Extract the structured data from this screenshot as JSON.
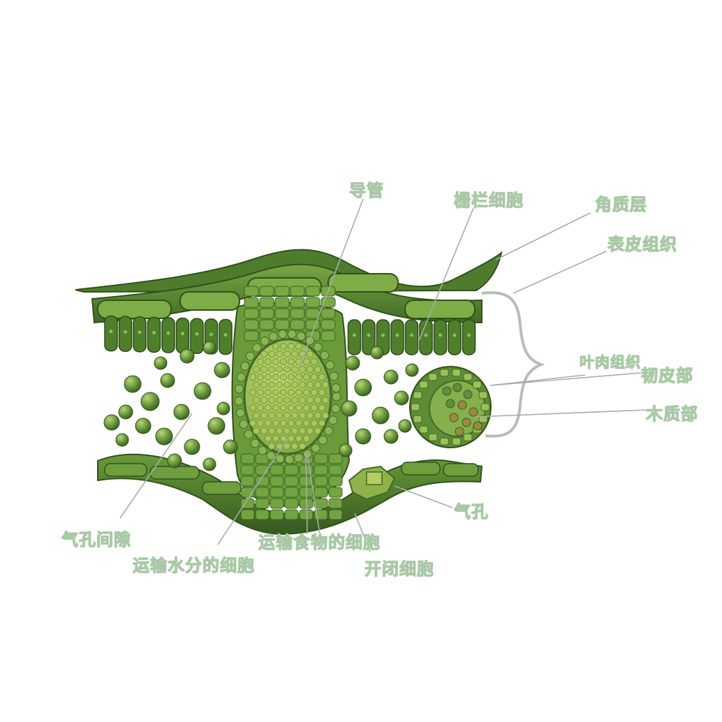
{
  "labels": {
    "vessel": "导管",
    "palisade": "栅栏细胞",
    "cuticle": "角质层",
    "epidermis": "表皮组织",
    "mesophyll": "叶肉组织",
    "phloem": "韧皮部",
    "xylem": "木质部",
    "stoma": "气孔",
    "air_space": "气孔间隙",
    "food_cells": "运输食物的细胞",
    "water_cells": "运输水分的细胞",
    "guard_cells": "开闭细胞"
  },
  "colors": {
    "leaf_dark": "#3f6b26",
    "leaf_mid": "#5e8c36",
    "leaf_light": "#8dba57",
    "vein_core": "#a9c95c",
    "label_text": "#d6ecd3",
    "leader_line": "#a8aca8"
  }
}
